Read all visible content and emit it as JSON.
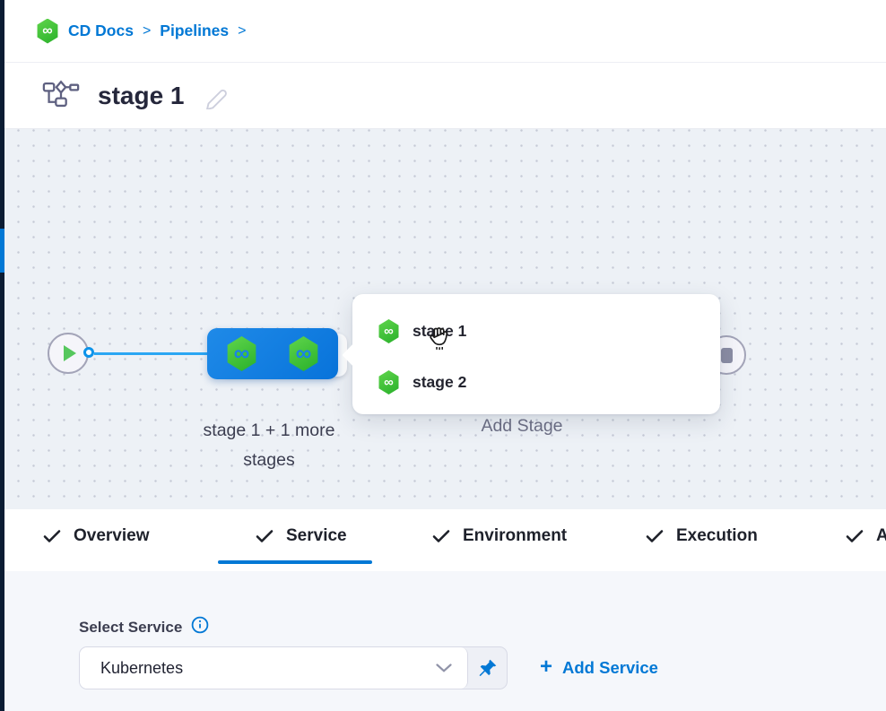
{
  "breadcrumb": {
    "separator": ">",
    "items": [
      {
        "label": "CD Docs"
      },
      {
        "label": "Pipelines"
      }
    ]
  },
  "header": {
    "title": "stage 1"
  },
  "canvas": {
    "node_label": "stage 1 + 1 more stages",
    "add_stage_label": "Add Stage",
    "popup": {
      "items": [
        {
          "label": "stage 1"
        },
        {
          "label": "stage 2"
        }
      ]
    }
  },
  "icons": {
    "infinity": "∞"
  },
  "tabs": {
    "active": "Service",
    "items": [
      {
        "label": "Overview"
      },
      {
        "label": "Service"
      },
      {
        "label": "Environment"
      },
      {
        "label": "Execution"
      },
      {
        "label": "Advanced"
      }
    ]
  },
  "service_panel": {
    "label": "Select Service",
    "value": "Kubernetes",
    "add_plus": "+",
    "add_label": "Add Service"
  },
  "colors": {
    "accent": "#0278d5",
    "green": "#3fc33c",
    "node_blue": "#0d7be0"
  }
}
